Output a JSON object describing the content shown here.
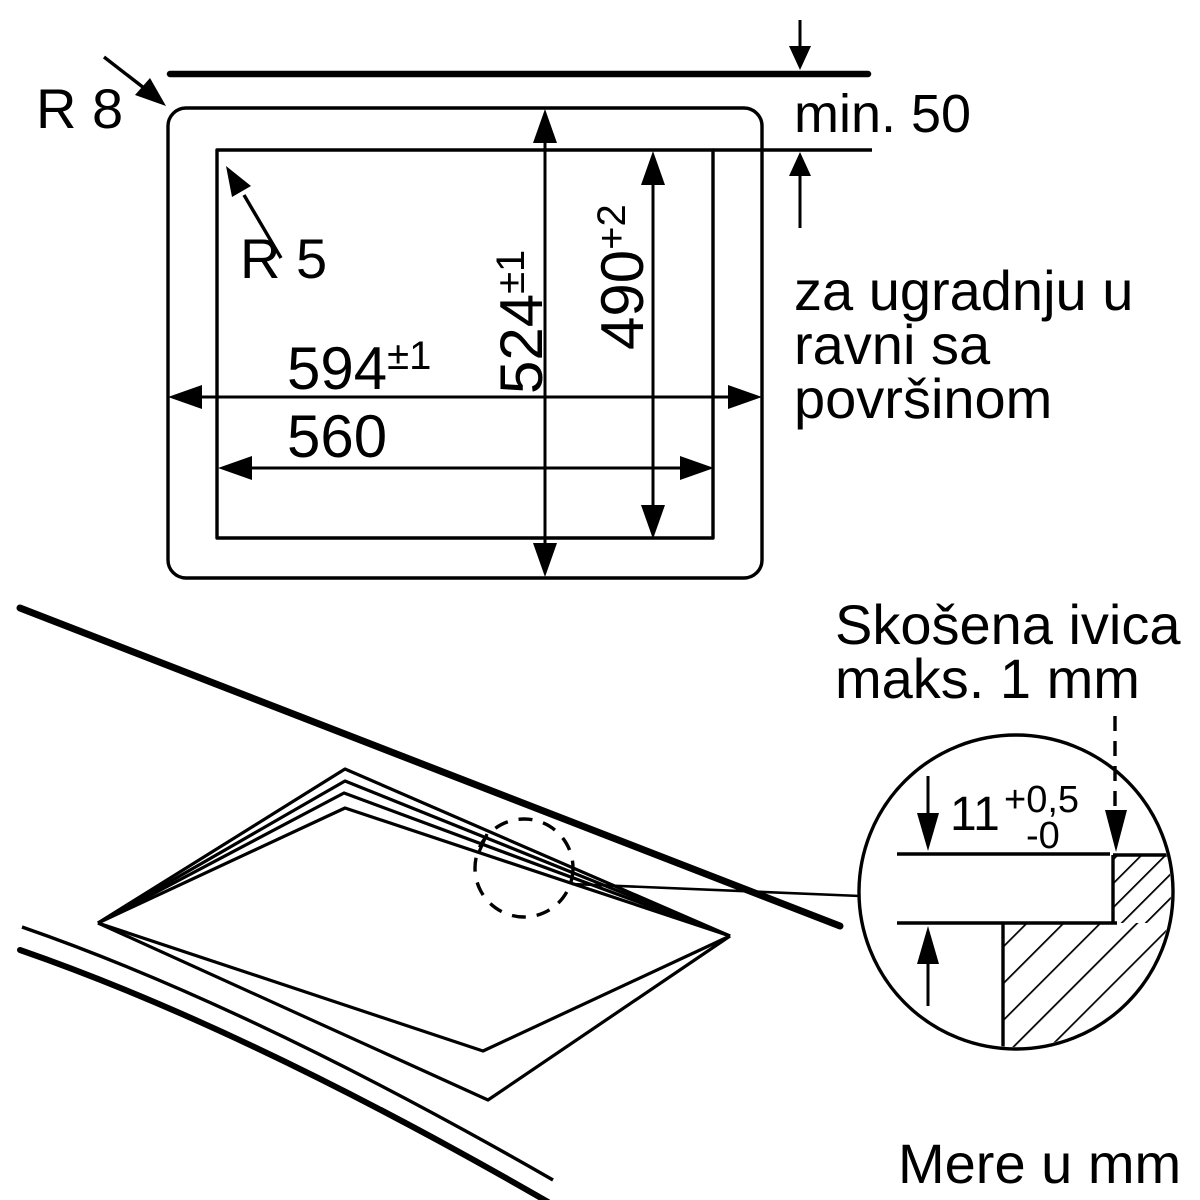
{
  "colors": {
    "background": "#ffffff",
    "ink": "#000000"
  },
  "plan_view": {
    "outer_radius_label": "R 8",
    "cutout_radius_label": "R 5",
    "wall_clearance_label": "min. 50",
    "dims": {
      "outer_width": {
        "value": "594",
        "tolerance": "±1"
      },
      "cutout_width": {
        "value": "560",
        "tolerance": ""
      },
      "outer_depth": {
        "value": "524",
        "tolerance": "±1"
      },
      "cutout_depth": {
        "value": "490",
        "tolerance": "+2"
      }
    },
    "flush_note": [
      "za ugradnju u",
      "ravni sa",
      "površinom"
    ]
  },
  "detail_view": {
    "bevel_note": [
      "Skošena ivica",
      "maks. 1 mm"
    ],
    "groove_depth": {
      "value": "11",
      "tol_plus": "+0,5",
      "tol_minus": "-0"
    }
  },
  "footer": {
    "units_label": "Mere u mm"
  }
}
